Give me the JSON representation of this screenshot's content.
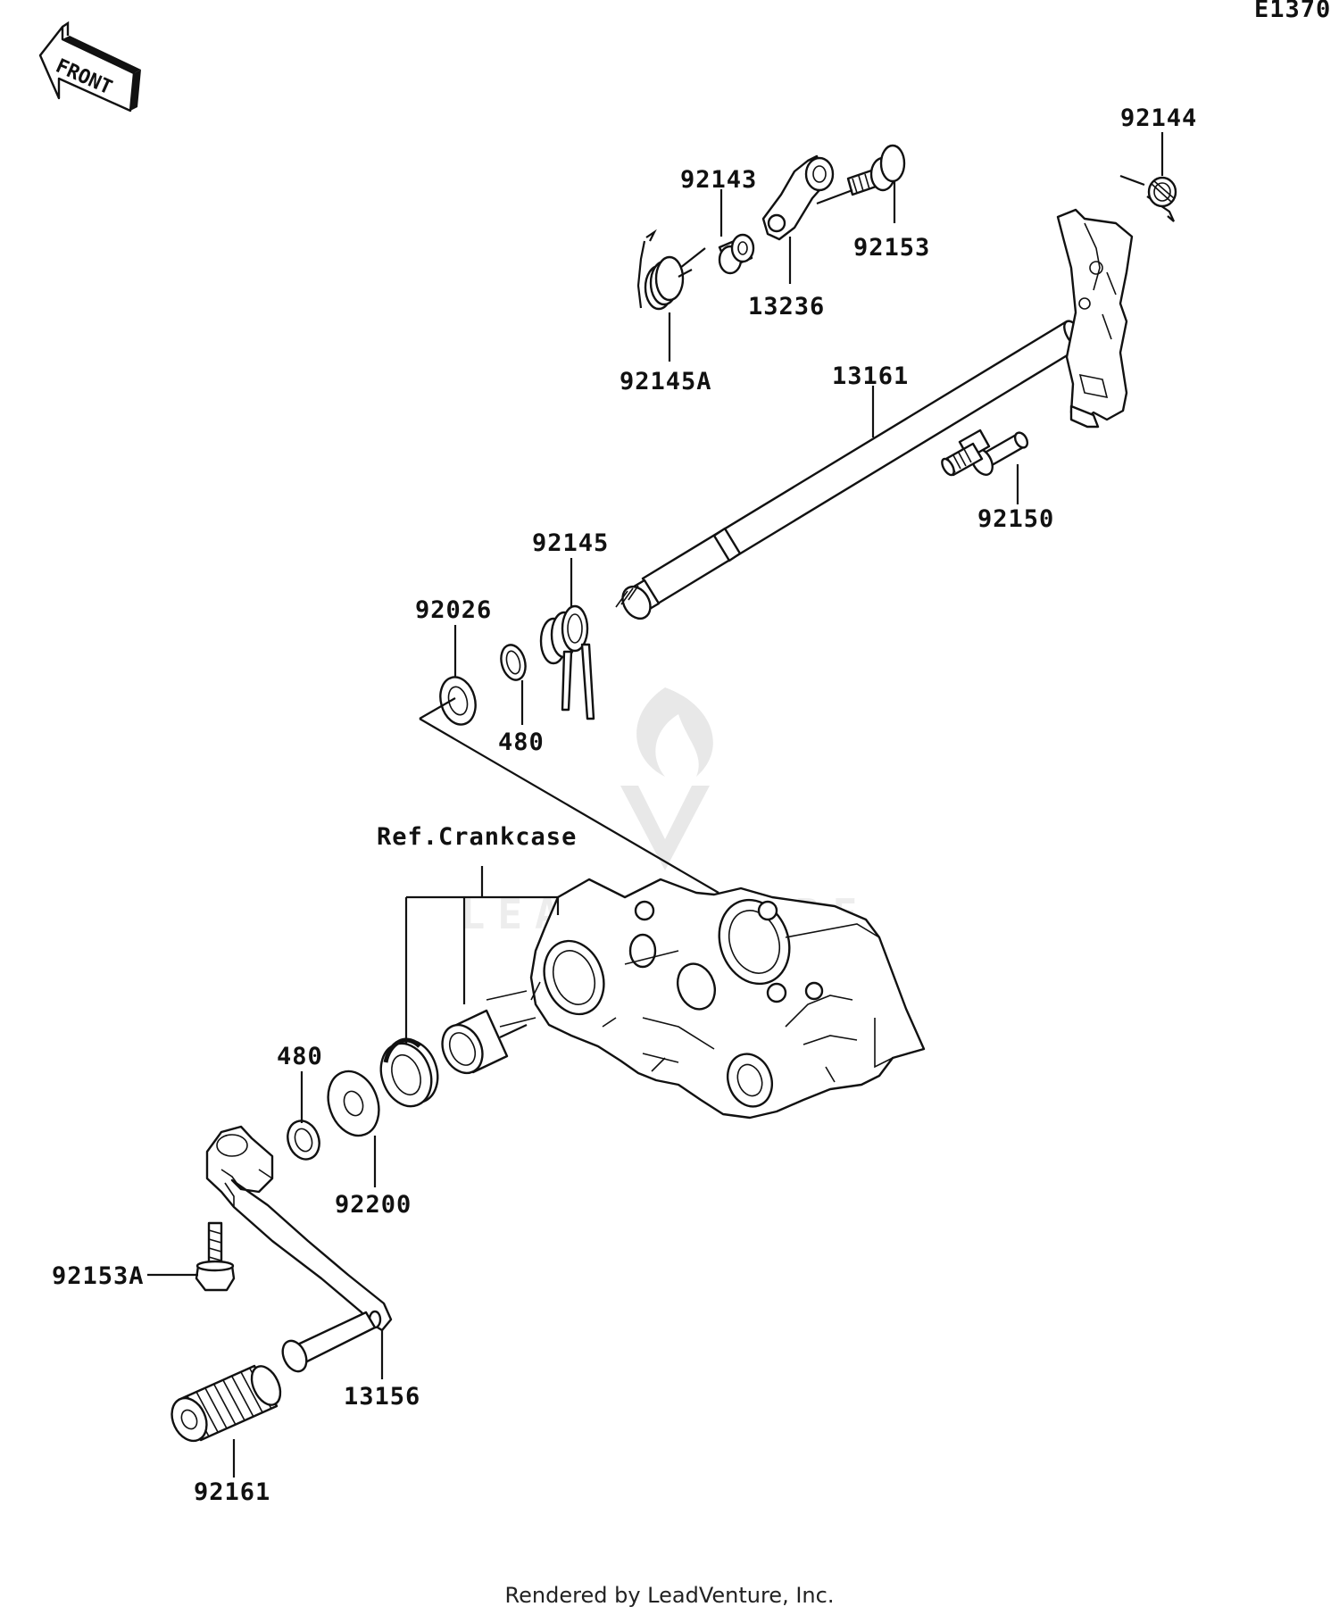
{
  "diagram_code": "E1370",
  "front_label": "FRONT",
  "ref_label": "Ref.Crankcase",
  "footer": "Rendered by LeadVenture, Inc.",
  "watermark": "LEADVENTURE",
  "parts": {
    "p92144": "92144",
    "p92143": "92143",
    "p92153": "92153",
    "p13236": "13236",
    "p92145A": "92145A",
    "p13161": "13161",
    "p92150": "92150",
    "p92145": "92145",
    "p92026": "92026",
    "p480a": "480",
    "p480b": "480",
    "p92200": "92200",
    "p92153A": "92153A",
    "p13156": "13156",
    "p92161": "92161"
  }
}
